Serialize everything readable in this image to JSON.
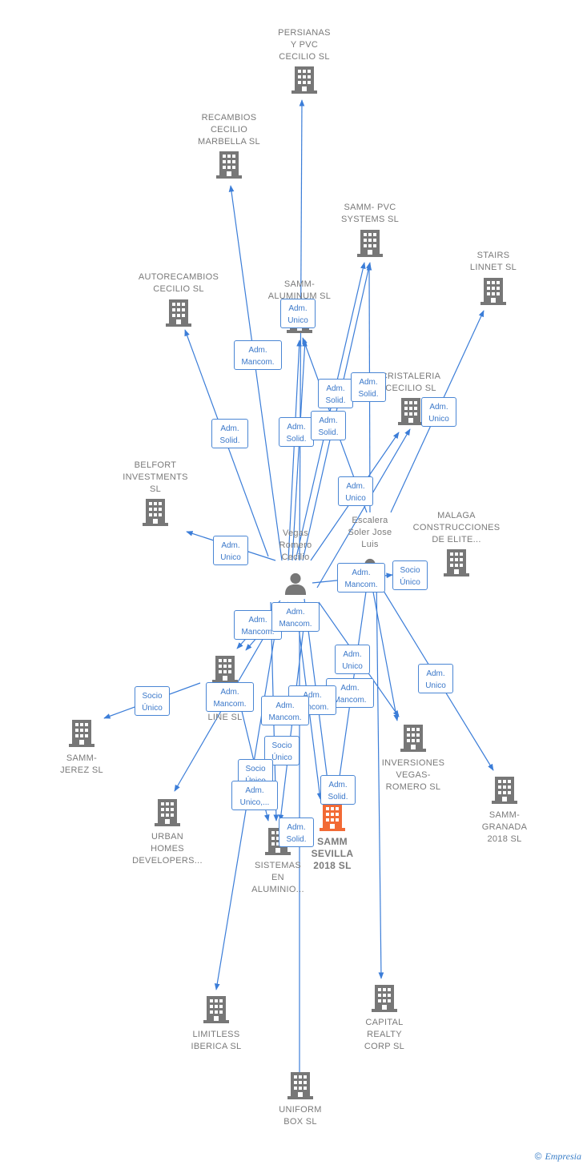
{
  "colors": {
    "edge": "#3b7dd8",
    "building": "#777777",
    "highlight": "#f26a35",
    "person": "#777777"
  },
  "companies": [
    {
      "id": "persianas",
      "label": "PERSIANAS\nY PVC\nCECILIO SL"
    },
    {
      "id": "recambios",
      "label": "RECAMBIOS\nCECILIO\nMARBELLA SL"
    },
    {
      "id": "samm_pvc",
      "label": "SAMM- PVC\nSYSTEMS  SL"
    },
    {
      "id": "stairs",
      "label": "STAIRS\nLINNET  SL"
    },
    {
      "id": "autorecambios",
      "label": "AUTORECAMBIOS\nCECILIO SL"
    },
    {
      "id": "samm_alum",
      "label": "SAMM-\nALUMINUM  SL"
    },
    {
      "id": "cristaleria",
      "label": "CRISTALERIA\nCECILIO  SL"
    },
    {
      "id": "belfort",
      "label": "BELFORT\nINVESTMENTS\nSL"
    },
    {
      "id": "malaga",
      "label": "MALAGA\nCONSTRUCCIONES\nDE ELITE..."
    },
    {
      "id": "samm_line",
      "label": "SAMM-\nSTAIRS\nLINE  SL"
    },
    {
      "id": "samm_jerez",
      "label": "SAMM-\nJEREZ  SL"
    },
    {
      "id": "inversiones",
      "label": "INVERSIONES\nVEGAS-\nROMERO SL"
    },
    {
      "id": "samm_granada",
      "label": "SAMM-\nGRANADA\n2018  SL"
    },
    {
      "id": "urban",
      "label": "URBAN\nHOMES\nDEVELOPERS..."
    },
    {
      "id": "samm_sevilla",
      "label": "SAMM\nSEVILLA\n2018  SL"
    },
    {
      "id": "sistemas",
      "label": "SISTEMAS\nEN\nALUMINIO..."
    },
    {
      "id": "limitless",
      "label": "LIMITLESS\nIBERICA  SL"
    },
    {
      "id": "capital",
      "label": "CAPITAL\nREALTY\nCORP  SL"
    },
    {
      "id": "uniform",
      "label": "UNIFORM\nBOX  SL"
    }
  ],
  "people": [
    {
      "id": "vegas",
      "label": "Vegas\nRomero\nCecilio"
    },
    {
      "id": "escalera",
      "label": "Escalera\nSoler Jose\nLuis"
    }
  ],
  "edge_labels": [
    "Adm.\nUnico",
    "Adm.\nMancom.",
    "Adm.\nSolid.",
    "Adm.\nSolid.",
    "Adm.\nSolid.",
    "Adm.\nSolid.",
    "Adm.\nSolid.",
    "Adm.\nUnico",
    "Adm.\nUnico",
    "Adm.\nUnico",
    "Adm.\nMancom.",
    "Socio\nÚnico",
    "Adm.\nMancom.",
    "Adm.\nMancom.",
    "Adm.\nUnico",
    "Adm.\nUnico",
    "Socio\nÚnico",
    "Adm.\nMancom.",
    "Adm.\nMancom.",
    "Adm.\nMancom.",
    "Adm.\nMancom.",
    "Socio\nÚnico",
    "Socio\nÚnico",
    "Adm.\nUnico,...",
    "Adm.\nSolid.",
    "Adm.\nSolid."
  ],
  "credit": {
    "symbol": "©",
    "brand": "Empresia"
  }
}
